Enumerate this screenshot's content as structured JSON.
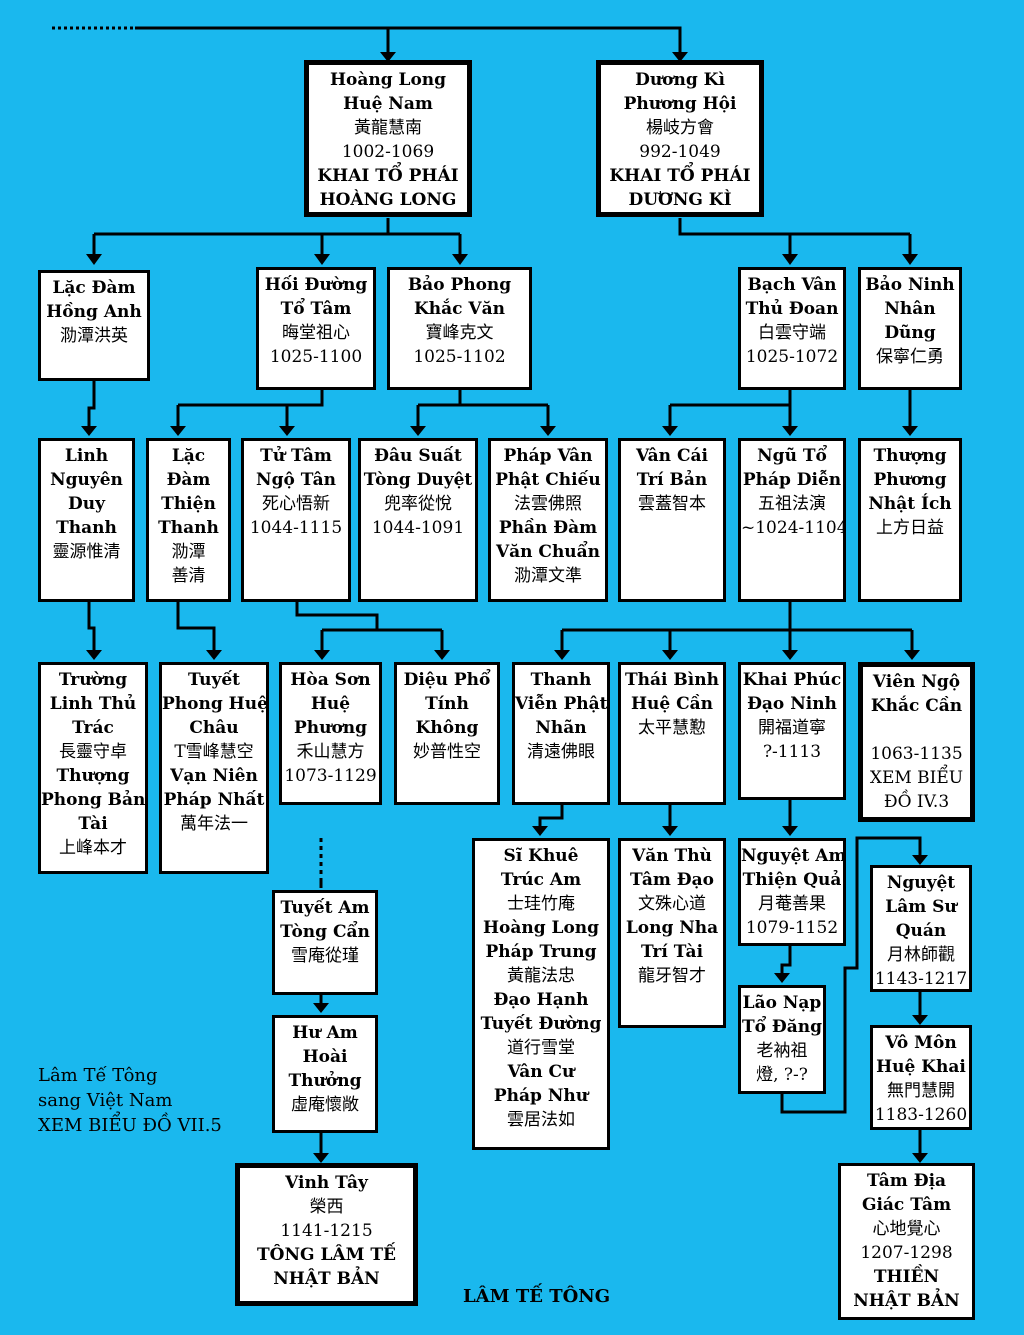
{
  "nodes": [
    {
      "id": "hoang-long",
      "lines": [
        {
          "t": "Hoàng Long",
          "b": true
        },
        {
          "t": "Huệ Nam",
          "b": true
        },
        {
          "t": "黃龍慧南"
        },
        {
          "t": "1002-1069"
        },
        {
          "t": "KHAI TỔ PHÁI",
          "b": true
        },
        {
          "t": "HOÀNG LONG",
          "b": true
        }
      ]
    },
    {
      "id": "duong-ki",
      "lines": [
        {
          "t": "Dương Kì",
          "b": true
        },
        {
          "t": "Phương Hội",
          "b": true
        },
        {
          "t": "楊岐方會"
        },
        {
          "t": "992-1049"
        },
        {
          "t": "KHAI TỔ PHÁI",
          "b": true
        },
        {
          "t": "DƯƠNG KÌ",
          "b": true
        }
      ]
    },
    {
      "id": "lac-dam-hong-anh",
      "lines": [
        {
          "t": "Lặc Đàm",
          "b": true
        },
        {
          "t": "Hồng Anh",
          "b": true
        },
        {
          "t": "泐潭洪英"
        }
      ]
    },
    {
      "id": "hoi-duong",
      "lines": [
        {
          "t": "Hối Đường",
          "b": true
        },
        {
          "t": "Tổ Tâm",
          "b": true
        },
        {
          "t": "晦堂祖心"
        },
        {
          "t": "1025-1100"
        }
      ]
    },
    {
      "id": "bao-phong",
      "lines": [
        {
          "t": "Bảo Phong",
          "b": true
        },
        {
          "t": "Khắc Văn",
          "b": true
        },
        {
          "t": "寶峰克文"
        },
        {
          "t": "1025-1102"
        }
      ]
    },
    {
      "id": "bach-van",
      "lines": [
        {
          "t": "Bạch Vân",
          "b": true
        },
        {
          "t": "Thủ Đoan",
          "b": true
        },
        {
          "t": "白雲守端"
        },
        {
          "t": "1025-1072"
        }
      ]
    },
    {
      "id": "bao-ninh",
      "lines": [
        {
          "t": "Bảo Ninh",
          "b": true
        },
        {
          "t": "Nhân",
          "b": true
        },
        {
          "t": "Dũng",
          "b": true
        },
        {
          "t": "保寧仁勇"
        }
      ]
    },
    {
      "id": "linh-nguyen",
      "lines": [
        {
          "t": "Linh",
          "b": true
        },
        {
          "t": "Nguyên",
          "b": true
        },
        {
          "t": "Duy",
          "b": true
        },
        {
          "t": "Thanh",
          "b": true
        },
        {
          "t": "靈源惟清"
        }
      ]
    },
    {
      "id": "lac-dam-thien-thanh",
      "lines": [
        {
          "t": "Lặc",
          "b": true
        },
        {
          "t": "Đàm",
          "b": true
        },
        {
          "t": "Thiện",
          "b": true
        },
        {
          "t": "Thanh",
          "b": true
        },
        {
          "t": "泐潭"
        },
        {
          "t": "善清"
        }
      ]
    },
    {
      "id": "tu-tam",
      "lines": [
        {
          "t": "Tử Tâm",
          "b": true
        },
        {
          "t": "Ngộ Tân",
          "b": true
        },
        {
          "t": "死心悟新"
        },
        {
          "t": "1044-1115"
        }
      ]
    },
    {
      "id": "dau-suat",
      "lines": [
        {
          "t": "Đâu Suất",
          "b": true
        },
        {
          "t": "Tòng Duyệt",
          "b": true
        },
        {
          "t": "兜率從悅"
        },
        {
          "t": "1044-1091"
        }
      ]
    },
    {
      "id": "phap-van",
      "lines": [
        {
          "t": "Pháp Vân",
          "b": true
        },
        {
          "t": "Phật Chiếu",
          "b": true
        },
        {
          "t": "法雲佛照"
        },
        {
          "t": "Phần Đàm",
          "b": true
        },
        {
          "t": "Văn Chuẩn",
          "b": true
        },
        {
          "t": "泐潭文準"
        }
      ]
    },
    {
      "id": "van-cai",
      "lines": [
        {
          "t": "Vân Cái",
          "b": true
        },
        {
          "t": "Trí Bản",
          "b": true
        },
        {
          "t": "雲蓋智本"
        }
      ]
    },
    {
      "id": "ngu-to",
      "lines": [
        {
          "t": "Ngũ Tổ",
          "b": true
        },
        {
          "t": "Pháp Diễn",
          "b": true
        },
        {
          "t": "五祖法演"
        },
        {
          "t": "~1024-1104"
        }
      ]
    },
    {
      "id": "thuong-phuong",
      "lines": [
        {
          "t": "Thượng",
          "b": true
        },
        {
          "t": "Phương",
          "b": true
        },
        {
          "t": "Nhật Ích",
          "b": true
        },
        {
          "t": "上方日益"
        }
      ]
    },
    {
      "id": "truong-linh",
      "lines": [
        {
          "t": "Trường",
          "b": true
        },
        {
          "t": "Linh Thủ",
          "b": true
        },
        {
          "t": "Trác",
          "b": true
        },
        {
          "t": "長靈守卓"
        },
        {
          "t": "Thượng",
          "b": true
        },
        {
          "t": "Phong Bản",
          "b": true
        },
        {
          "t": "Tài",
          "b": true
        },
        {
          "t": "上峰本才"
        }
      ]
    },
    {
      "id": "tuyet-phong",
      "lines": [
        {
          "t": "Tuyết",
          "b": true
        },
        {
          "t": "Phong Huệ",
          "b": true
        },
        {
          "t": "Châu",
          "b": true
        },
        {
          "t": "T雪峰慧空"
        },
        {
          "t": "Vạn Niên",
          "b": true
        },
        {
          "t": "Pháp Nhất",
          "b": true
        },
        {
          "t": "萬年法一"
        }
      ]
    },
    {
      "id": "hoa-son",
      "lines": [
        {
          "t": "Hòa Sơn",
          "b": true
        },
        {
          "t": "Huệ",
          "b": true
        },
        {
          "t": "Phương",
          "b": true
        },
        {
          "t": "禾山慧方"
        },
        {
          "t": "1073-1129"
        }
      ]
    },
    {
      "id": "dieu-pho",
      "lines": [
        {
          "t": "Diệu Phổ",
          "b": true
        },
        {
          "t": "Tính",
          "b": true
        },
        {
          "t": "Không",
          "b": true
        },
        {
          "t": "妙普性空"
        }
      ]
    },
    {
      "id": "thanh-vien",
      "lines": [
        {
          "t": "Thanh",
          "b": true
        },
        {
          "t": "Viễn Phật",
          "b": true
        },
        {
          "t": "Nhãn",
          "b": true
        },
        {
          "t": "清遠佛眼"
        }
      ]
    },
    {
      "id": "thai-binh",
      "lines": [
        {
          "t": "Thái Bình",
          "b": true
        },
        {
          "t": "Huệ Cần",
          "b": true
        },
        {
          "t": "太平慧懃"
        }
      ]
    },
    {
      "id": "khai-phuc",
      "lines": [
        {
          "t": "Khai Phúc",
          "b": true
        },
        {
          "t": "Đạo Ninh",
          "b": true
        },
        {
          "t": "開福道寧"
        },
        {
          "t": "?-1113"
        }
      ]
    },
    {
      "id": "vien-ngo",
      "lines": [
        {
          "t": "Viên Ngộ",
          "b": true
        },
        {
          "t": "Khắc Cần",
          "b": true
        },
        {
          "t": ""
        },
        {
          "t": "1063-1135"
        },
        {
          "t": "XEM BIỂU"
        },
        {
          "t": "ĐỒ IV.3"
        }
      ]
    },
    {
      "id": "si-khue",
      "lines": [
        {
          "t": "Sĩ Khuê",
          "b": true
        },
        {
          "t": "Trúc Am",
          "b": true
        },
        {
          "t": "士珪竹庵"
        },
        {
          "t": "Hoàng Long",
          "b": true
        },
        {
          "t": "Pháp Trung",
          "b": true
        },
        {
          "t": "黃龍法忠"
        },
        {
          "t": "Đạo Hạnh",
          "b": true
        },
        {
          "t": "Tuyết Đường",
          "b": true
        },
        {
          "t": "道行雪堂"
        },
        {
          "t": "Vân Cư",
          "b": true
        },
        {
          "t": "Pháp Như",
          "b": true
        },
        {
          "t": "雲居法如"
        }
      ]
    },
    {
      "id": "van-thu",
      "lines": [
        {
          "t": "Văn Thù",
          "b": true
        },
        {
          "t": "Tâm Đạo",
          "b": true
        },
        {
          "t": "文殊心道"
        },
        {
          "t": "Long Nha",
          "b": true
        },
        {
          "t": "Trí Tài",
          "b": true
        },
        {
          "t": "龍牙智才"
        }
      ]
    },
    {
      "id": "nguyet-am",
      "lines": [
        {
          "t": "Nguyệt Am",
          "b": true
        },
        {
          "t": "Thiện Quả",
          "b": true
        },
        {
          "t": "月菴善果"
        },
        {
          "t": "1079-1152"
        }
      ]
    },
    {
      "id": "nguyet-lam",
      "lines": [
        {
          "t": "Nguyệt",
          "b": true
        },
        {
          "t": "Lâm Sư",
          "b": true
        },
        {
          "t": "Quán",
          "b": true
        },
        {
          "t": "月林師觀"
        },
        {
          "t": "1143-1217"
        }
      ]
    },
    {
      "id": "tuyet-am",
      "lines": [
        {
          "t": "Tuyết Am",
          "b": true
        },
        {
          "t": "Tòng Cẩn",
          "b": true
        },
        {
          "t": "雪庵從瑾"
        }
      ]
    },
    {
      "id": "lao-nap",
      "lines": [
        {
          "t": "Lão Nạp",
          "b": true
        },
        {
          "t": "Tổ Đăng",
          "b": true
        },
        {
          "t": "老衲祖"
        },
        {
          "t": "燈, ?-?"
        }
      ]
    },
    {
      "id": "hu-am",
      "lines": [
        {
          "t": "Hư Am",
          "b": true
        },
        {
          "t": "Hoài",
          "b": true
        },
        {
          "t": "Thưởng",
          "b": true
        },
        {
          "t": "虛庵懷敞"
        }
      ]
    },
    {
      "id": "vo-mon",
      "lines": [
        {
          "t": "Vô Môn",
          "b": true
        },
        {
          "t": "Huệ Khai",
          "b": true
        },
        {
          "t": "無門慧開"
        },
        {
          "t": "1183-1260"
        }
      ]
    },
    {
      "id": "vinh-tay",
      "lines": [
        {
          "t": "Vinh Tây",
          "b": true
        },
        {
          "t": "榮西"
        },
        {
          "t": "1141-1215"
        },
        {
          "t": "TÔNG LÂM TẾ",
          "b": true
        },
        {
          "t": "NHẬT BẢN",
          "b": true
        }
      ]
    },
    {
      "id": "tam-dia",
      "lines": [
        {
          "t": "Tâm Địa",
          "b": true
        },
        {
          "t": "Giác Tâm",
          "b": true
        },
        {
          "t": "心地覺心"
        },
        {
          "t": "1207-1298"
        },
        {
          "t": "THIỀN",
          "b": true
        },
        {
          "t": "NHẬT BẢN",
          "b": true
        }
      ]
    }
  ],
  "note": {
    "line1": "Lâm Tế Tông",
    "line2": "sang Việt Nam",
    "line3": "XEM BIỂU ĐỒ VII.5"
  },
  "footer": "LÂM TẾ TÔNG",
  "colors": {
    "background": "#1ab8ee",
    "box": "#ffffff",
    "line": "#000000"
  }
}
